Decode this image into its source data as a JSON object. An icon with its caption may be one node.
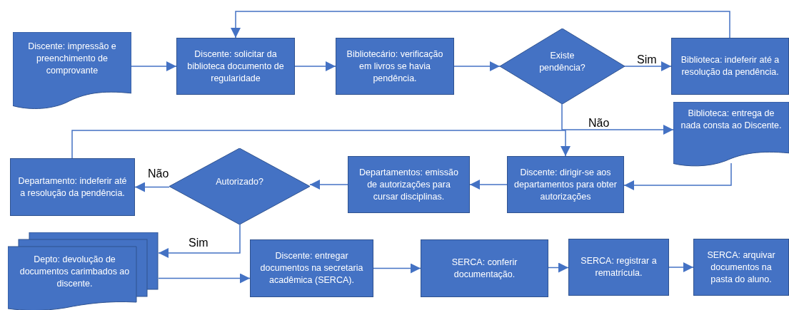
{
  "diagram": {
    "nodes": [
      {
        "text": [
          "Discente: impressão e preenchimento de comprovante"
        ]
      },
      {
        "text": [
          "Discente: solicitar da biblioteca documento de regularidade"
        ]
      },
      {
        "text": [
          "Bibliotecário: verificação em livros se havia pendência."
        ]
      },
      {
        "text": [
          "Existe pendência?"
        ]
      },
      {
        "text": [
          "Biblioteca: indeferir até a resolução da pendência."
        ]
      },
      {
        "text": [
          "Biblioteca: entrega de nada consta ao Discente."
        ]
      },
      {
        "text": [
          "Discente: dirigir-se aos departamentos para obter autorizações"
        ]
      },
      {
        "text": [
          "Departamentos: emissão de autorizações para cursar disciplinas."
        ]
      },
      {
        "text": [
          "Autorizado?"
        ]
      },
      {
        "text": [
          "Departamento: indeferir até a resolução da pendência."
        ]
      },
      {
        "text": [
          "Depto: devolução de documentos carimbados ao discente."
        ]
      },
      {
        "text": [
          "Discente: entregar documentos na secretaria acadêmica (SERCA)."
        ]
      },
      {
        "text": [
          "SERCA: conferir documentação."
        ]
      },
      {
        "text": [
          "SERCA: registrar a rematrícula."
        ]
      },
      {
        "text": [
          "SERCA: arquivar documentos na pasta do aluno."
        ]
      }
    ],
    "edges": [
      {
        "from": 0,
        "to": 1,
        "arrow": "to"
      },
      {
        "from": 1,
        "to": 2,
        "arrow": "to"
      },
      {
        "from": 2,
        "to": 3,
        "arrow": "to"
      },
      {
        "from": 3,
        "to": 4,
        "arrow": "to",
        "label": "Sim"
      },
      {
        "from": 3,
        "to": 5,
        "arrow": "to",
        "label": "Não"
      },
      {
        "from": 4,
        "to": 1,
        "arrow": "to"
      },
      {
        "from": 5,
        "to": 6,
        "arrow": "to"
      },
      {
        "from": 9,
        "to": 6,
        "arrow": "to"
      },
      {
        "from": 6,
        "to": 7,
        "arrow": "to"
      },
      {
        "from": 7,
        "to": 8,
        "arrow": "to"
      },
      {
        "from": 8,
        "to": 9,
        "arrow": "to",
        "label": "Não"
      },
      {
        "from": 8,
        "to": 10,
        "arrow": "to",
        "label": "Sim"
      },
      {
        "from": 10,
        "to": 11,
        "arrow": "to"
      },
      {
        "from": 11,
        "to": 12,
        "arrow": "to"
      },
      {
        "from": 12,
        "to": 13,
        "arrow": "to"
      },
      {
        "from": 13,
        "to": 14,
        "arrow": "to"
      }
    ]
  }
}
